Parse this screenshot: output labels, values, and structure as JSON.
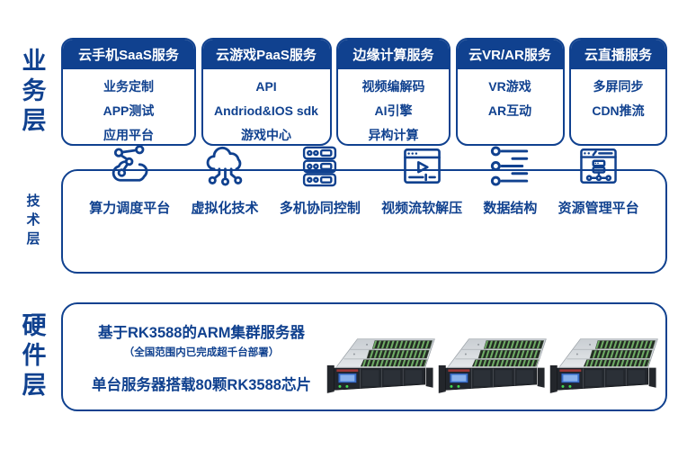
{
  "colors": {
    "primary": "#10418f",
    "header_bg": "#10418f",
    "header_text": "#ffffff"
  },
  "layers": {
    "business": {
      "label": "业务层",
      "boxes": [
        {
          "title": "云手机SaaS服务",
          "items": [
            "业务定制",
            "APP测试",
            "应用平台"
          ]
        },
        {
          "title": "云游戏PaaS服务",
          "items": [
            "API",
            "Andriod&IOS sdk",
            "游戏中心"
          ]
        },
        {
          "title": "边缘计算服务",
          "items": [
            "视频编解码",
            "AI引擎",
            "异构计算"
          ]
        },
        {
          "title": "云VR/AR服务",
          "items": [
            "VR游戏",
            "AR互动"
          ]
        },
        {
          "title": "云直播服务",
          "items": [
            "多屏同步",
            "CDN推流"
          ]
        }
      ]
    },
    "tech": {
      "label": "技术层",
      "items": [
        {
          "icon": "compute-scheduling-cloud-icon",
          "label": "算力调度平台"
        },
        {
          "icon": "virtualization-cloud-icon",
          "label": "虚拟化技术"
        },
        {
          "icon": "server-stack-icon",
          "label": "多机协同控制"
        },
        {
          "icon": "video-player-icon",
          "label": "视频流软解压"
        },
        {
          "icon": "data-structure-icon",
          "label": "数据结构"
        },
        {
          "icon": "resource-management-icon",
          "label": "资源管理平台"
        }
      ]
    },
    "hardware": {
      "label": "硬件层",
      "line1": "基于RK3588的ARM集群服务器",
      "line2": "（全国范围内已完成超千台部署）",
      "line3": "单台服务器搭载80颗RK3588芯片",
      "server_count": 3
    }
  }
}
